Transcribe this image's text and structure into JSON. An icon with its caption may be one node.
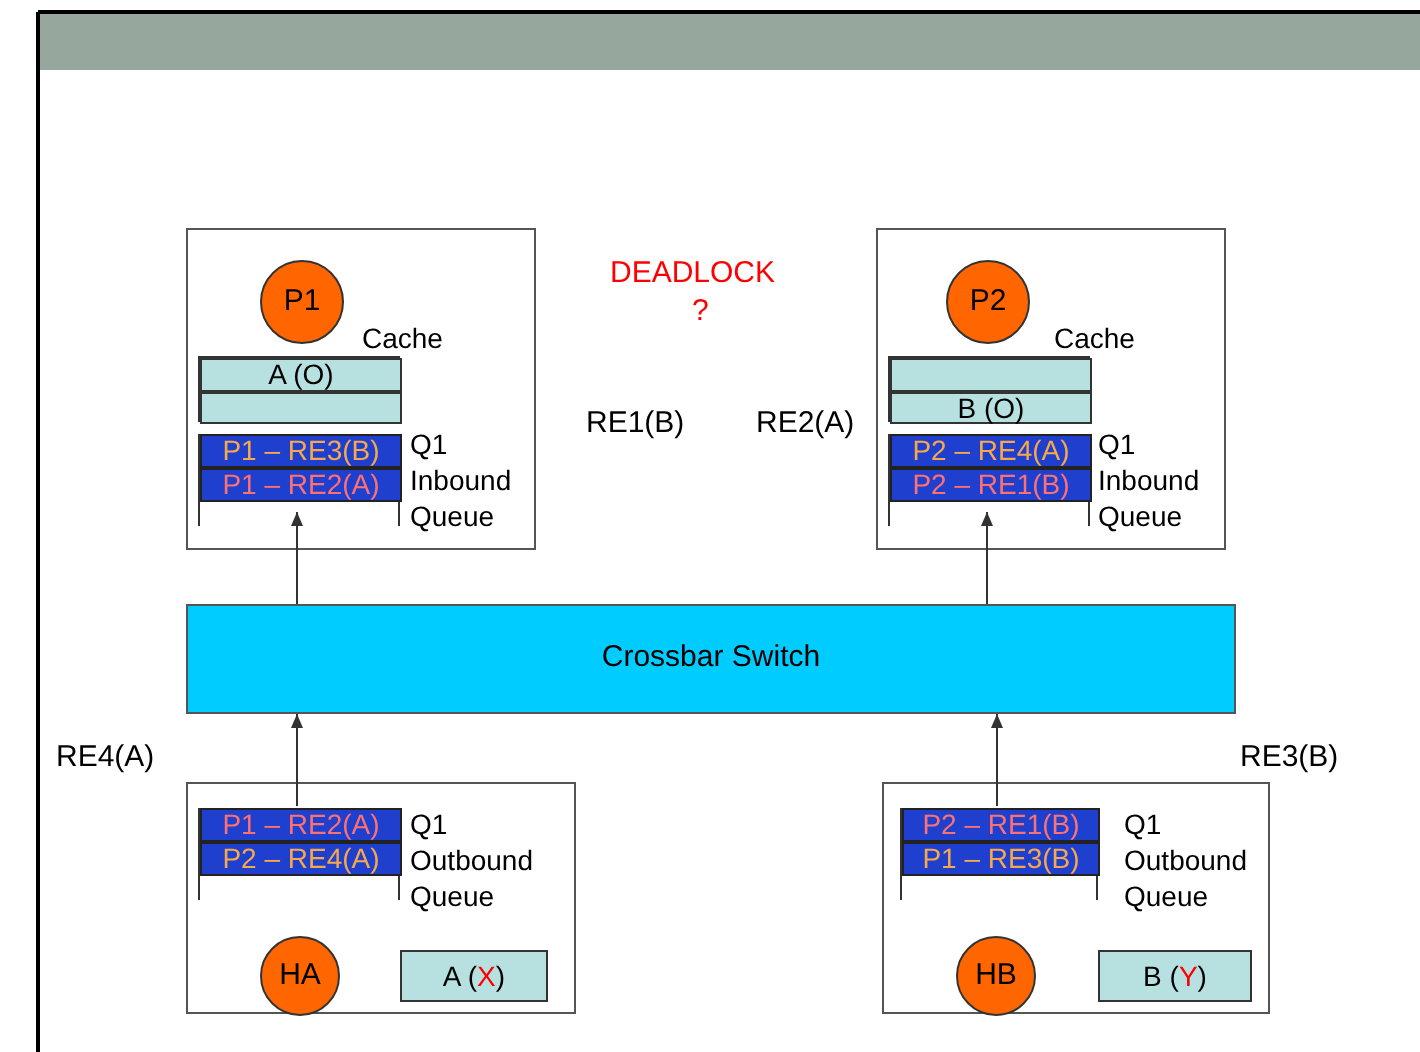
{
  "diagram": {
    "nodes": [
      {
        "text": [],
        "shape": "box"
      },
      {
        "text": [
          "P1"
        ],
        "in": 0
      },
      {
        "text": [],
        "shape": "box",
        "in": 0,
        "beside": [
          "Cache"
        ]
      },
      {
        "text": [
          "A (O)"
        ],
        "in": 2
      },
      {
        "text": [],
        "shape": "box",
        "in": 2
      },
      {
        "text": [],
        "shape": "box",
        "in": 0,
        "beside": [
          "Q1 Inbound Queue"
        ]
      },
      {
        "text": [
          "P1 – RE3(B)"
        ],
        "in": 5
      },
      {
        "text": [
          "P1 – RE2(A)"
        ],
        "in": 5
      },
      {
        "text": [],
        "shape": "box"
      },
      {
        "text": [
          "P2"
        ],
        "in": 8
      },
      {
        "text": [],
        "shape": "box",
        "in": 8,
        "beside": [
          "Cache"
        ]
      },
      {
        "text": [],
        "shape": "box",
        "in": 10
      },
      {
        "text": [
          "B (O)"
        ],
        "in": 10
      },
      {
        "text": [],
        "shape": "box",
        "in": 8,
        "beside": [
          "Q1 Inbound Queue"
        ]
      },
      {
        "text": [
          "P2 – RE4(A)"
        ],
        "in": 13
      },
      {
        "text": [
          "P2 – RE1(B)"
        ],
        "in": 13
      },
      {
        "text": [
          "Crossbar Switch"
        ]
      },
      {
        "text": [],
        "shape": "box"
      },
      {
        "text": [],
        "shape": "box",
        "in": 17,
        "beside": [
          "Q1 Outbound Queue"
        ]
      },
      {
        "text": [
          "P1 – RE2(A)"
        ],
        "in": 18
      },
      {
        "text": [
          "P2 – RE4(A)"
        ],
        "in": 18
      },
      {
        "text": [
          "HA"
        ],
        "in": 17
      },
      {
        "text": [
          "A (X)"
        ],
        "in": 17
      },
      {
        "text": [],
        "shape": "box"
      },
      {
        "text": [],
        "shape": "box",
        "in": 23,
        "beside": [
          "Q1 Outbound Queue"
        ]
      },
      {
        "text": [
          "P2 – RE1(B)"
        ],
        "in": 24
      },
      {
        "text": [
          "P1 – RE3(B)"
        ],
        "in": 24
      },
      {
        "text": [
          "HB"
        ],
        "in": 23
      },
      {
        "text": [
          "B (Y)"
        ],
        "in": 23
      }
    ],
    "edges": [
      {
        "from": 16,
        "to": 5,
        "arrow": "to"
      },
      {
        "from": 16,
        "to": 13,
        "arrow": "to"
      },
      {
        "from": 18,
        "to": 16,
        "arrow": "to"
      },
      {
        "from": 24,
        "to": 16,
        "arrow": "to"
      }
    ],
    "labels": [
      "DEADLOCK",
      "?",
      "RE1(B)",
      "RE2(A)",
      "RE4(A)",
      "RE3(B)"
    ]
  }
}
